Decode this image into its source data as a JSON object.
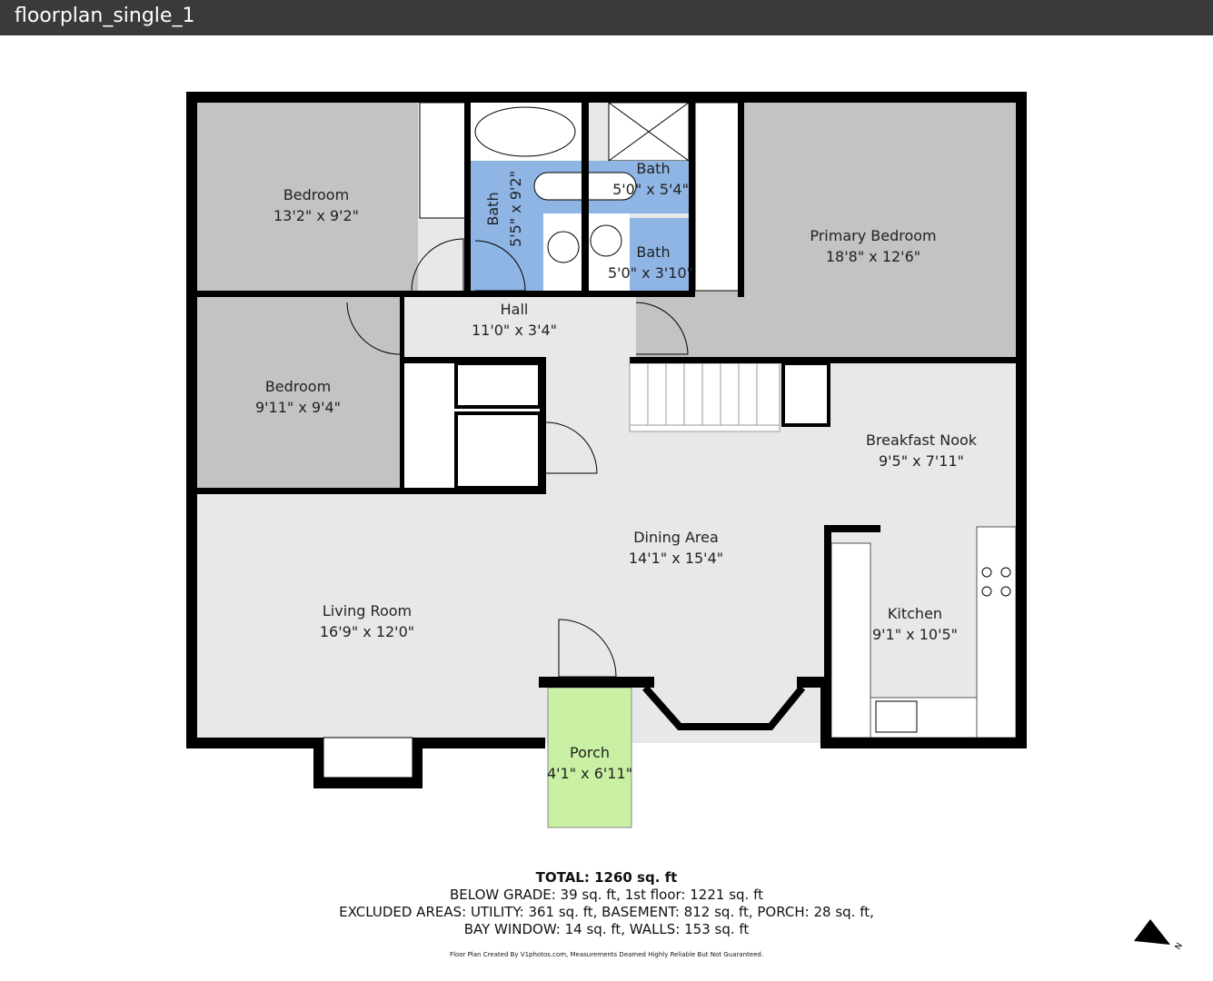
{
  "window": {
    "title": "floorplan_single_1"
  },
  "colors": {
    "bedroom": "#c3c3c3",
    "bath": "#8fb5e5",
    "common": "#e8e8e8",
    "porch": "#c9f0a3",
    "wall": "#000000"
  },
  "rooms": [
    {
      "name": "Bedroom",
      "dims": "13'2\" x 9'2\""
    },
    {
      "name": "Bath",
      "dims": "5'5\" x 9'2\""
    },
    {
      "name": "Bath",
      "dims": "5'0\" x 5'4\""
    },
    {
      "name": "Bath",
      "dims": "5'0\" x 3'10\""
    },
    {
      "name": "Primary Bedroom",
      "dims": "18'8\" x 12'6\""
    },
    {
      "name": "Hall",
      "dims": "11'0\" x 3'4\""
    },
    {
      "name": "Bedroom",
      "dims": "9'11\" x 9'4\""
    },
    {
      "name": "Breakfast Nook",
      "dims": "9'5\" x 7'11\""
    },
    {
      "name": "Dining Area",
      "dims": "14'1\" x 15'4\""
    },
    {
      "name": "Living Room",
      "dims": "16'9\" x 12'0\""
    },
    {
      "name": "Kitchen",
      "dims": "9'1\" x 10'5\""
    },
    {
      "name": "Porch",
      "dims": "4'1\" x 6'11\""
    }
  ],
  "summary": {
    "total": "TOTAL: 1260 sq. ft",
    "line1": "BELOW GRADE: 39 sq. ft, 1st floor: 1221 sq. ft",
    "line2": "EXCLUDED AREAS: UTILITY: 361 sq. ft, BASEMENT: 812 sq. ft, PORCH: 28 sq. ft,",
    "line3": "BAY WINDOW: 14 sq. ft, WALLS: 153 sq. ft",
    "credit": "Floor Plan Created By V1photos.com, Measurements Deamed Highly Reliable But Not Guaranteed."
  },
  "compass": {
    "label": "N"
  }
}
